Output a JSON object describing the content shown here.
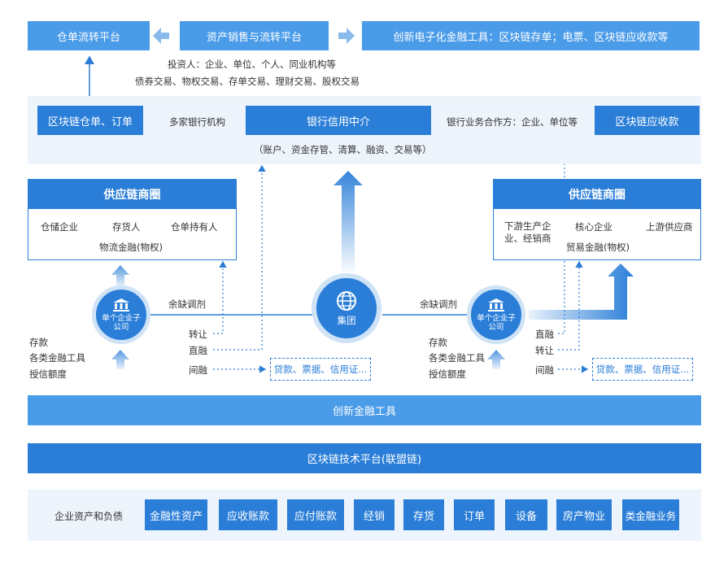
{
  "top": {
    "warehouse_platform": "仓单流转平台",
    "asset_platform": "资产销售与流转平台",
    "innovative_tools": "创新电子化金融工具：区块链存单；电票、区块链应收款等",
    "investors": "投资人：企业、单位、个人、同业机构等",
    "trades": "债券交易、物权交易、存单交易、理财交易、股权交易"
  },
  "bank": {
    "blockchain_receipt": "区块链仓单、订单",
    "banks": "多家银行机构",
    "intermediary": "银行信用中介",
    "intermediary_sub": "（账户、资金存管、清算、融资、交易等）",
    "partners": "银行业务合作方：企业、单位等",
    "blockchain_receivable": "区块链应收款"
  },
  "left_circle": {
    "title": "供应链商圈",
    "node1": "仓储企业",
    "node2": "存货人",
    "node3": "仓单持有人",
    "finance": "物流金融(物权)"
  },
  "right_circle": {
    "title": "供应链商圈",
    "node1": "上游供应商",
    "node2": "核心企业",
    "node3": "下游生产企业、经销商",
    "finance": "贸易金融(物权)"
  },
  "group": {
    "label": "集团"
  },
  "left_sub": {
    "label": "单个企业子公司",
    "balance": "余缺调剂",
    "transfer": "转让",
    "direct": "直融",
    "indirect": "间融",
    "products": "贷款、票据、信用证...",
    "side": [
      "存款",
      "各类金融工具",
      "授信额度"
    ]
  },
  "right_sub": {
    "label": "单个企业子公司",
    "balance": "余缺调剂",
    "direct": "直融",
    "transfer": "转让",
    "indirect": "间融",
    "products": "贷款、票据、信用证...",
    "side": [
      "存款",
      "各类金融工具",
      "授信额度"
    ]
  },
  "layers": {
    "innovative": "创新金融工具",
    "blockchain_platform": "区块链技术平台(联盟链)"
  },
  "assets": {
    "label": "企业资产和负债",
    "items": [
      "金融性资产",
      "应收账款",
      "应付账款",
      "经销",
      "存货",
      "订单",
      "设备",
      "房产物业",
      "类金融业务"
    ]
  },
  "colors": {
    "primary": "#2a7ed8",
    "light": "#4a9be8",
    "panel": "#eef4fb"
  }
}
